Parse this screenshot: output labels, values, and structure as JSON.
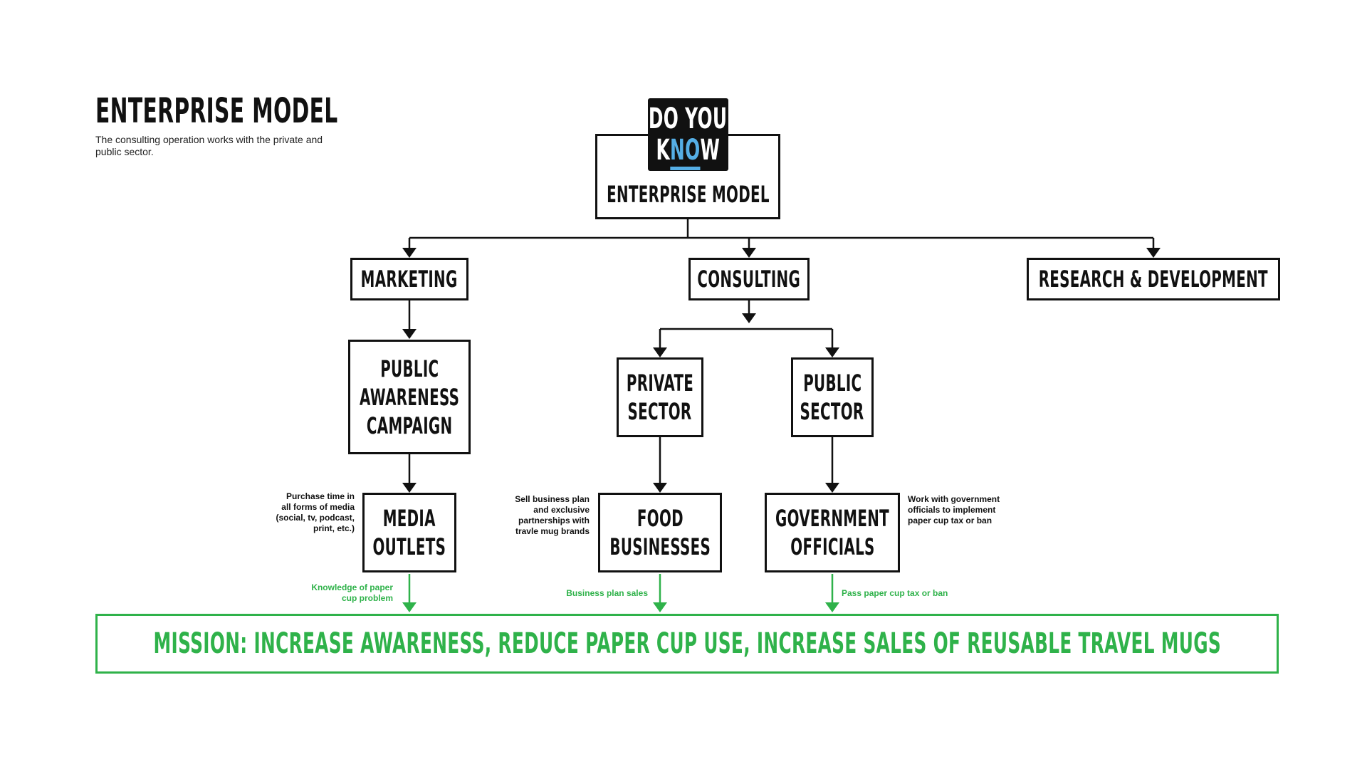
{
  "header": {
    "title": "ENTERPRISE MODEL",
    "subtitle": "The consulting operation works with the private and public sector."
  },
  "logo": {
    "line1": "DO YOU",
    "line2_a": "K",
    "line2_b": "NO",
    "line2_c": "W",
    "accent_color": "#55aee5"
  },
  "nodes": {
    "root": [
      "ENTERPRISE MODEL"
    ],
    "marketing": [
      "MARKETING"
    ],
    "consulting": [
      "CONSULTING"
    ],
    "rnd": [
      "RESEARCH & DEVELOPMENT"
    ],
    "campaign": [
      "PUBLIC",
      "AWARENESS",
      "CAMPAIGN"
    ],
    "private_sector": [
      "PRIVATE",
      "SECTOR"
    ],
    "public_sector": [
      "PUBLIC",
      "SECTOR"
    ],
    "media_outlets": [
      "MEDIA",
      "OUTLETS"
    ],
    "food_businesses": [
      "FOOD",
      "BUSINESSES"
    ],
    "gov_officials": [
      "GOVERNMENT",
      "OFFICIALS"
    ]
  },
  "notes": {
    "media": [
      "Purchase time in",
      "all forms of media",
      "(social, tv, podcast,",
      "print, etc.)"
    ],
    "food": [
      "Sell business plan",
      "and exclusive",
      "partnerships with",
      "travle mug brands"
    ],
    "gov": [
      "Work with government",
      "officials to implement",
      "paper cup tax or ban"
    ]
  },
  "outcomes": {
    "media": [
      "Knowledge of paper",
      "cup problem"
    ],
    "food": [
      "Business plan sales"
    ],
    "gov": [
      "Pass paper cup tax or ban"
    ]
  },
  "mission": "MISSION: INCREASE AWARENESS, REDUCE PAPER CUP USE, INCREASE SALES OF REUSABLE TRAVEL MUGS",
  "colors": {
    "mission_green": "#2fb24a",
    "line_black": "#111111"
  }
}
